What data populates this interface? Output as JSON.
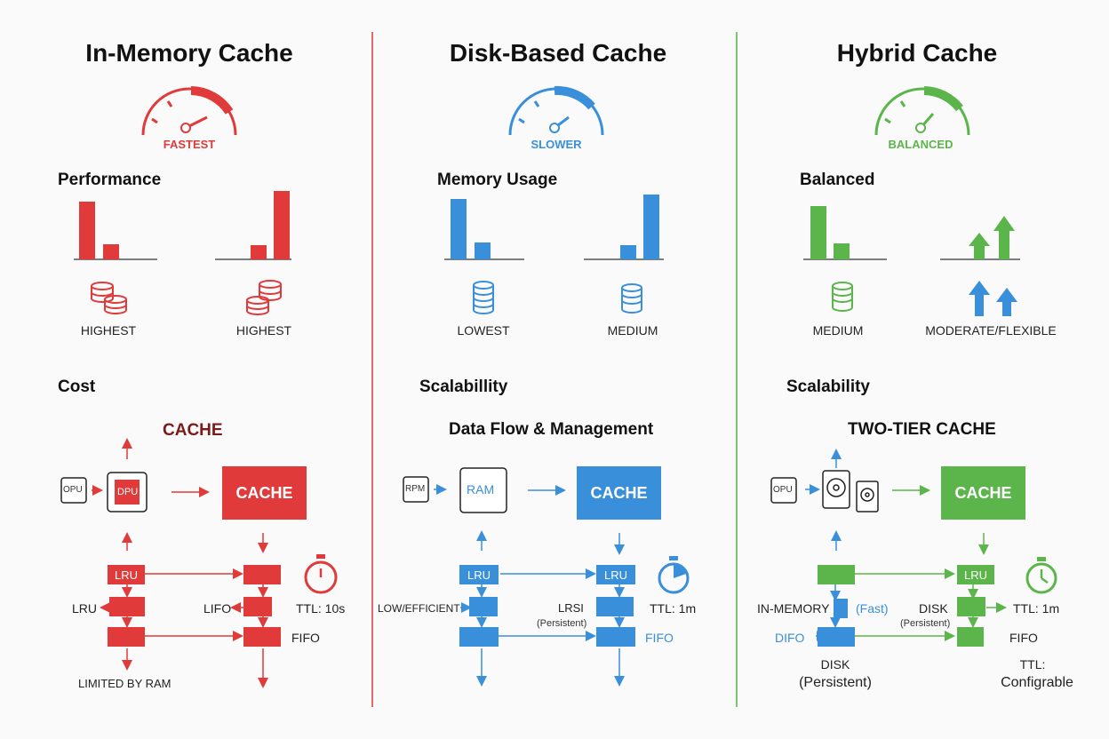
{
  "colors": {
    "red": "#e03a3a",
    "blue": "#3a8fdb",
    "green": "#5bb54a",
    "darkred": "#7a1a1a"
  },
  "columns": [
    {
      "title": "In-Memory Cache",
      "gauge_label": "FASTEST",
      "metric_heading": "Performance",
      "icon_labels": [
        "HIGHEST",
        "HIGHEST"
      ],
      "section_heading": "Cost",
      "diagram_title": "CACHE",
      "chip_labels": [
        "OPU",
        "DPU"
      ],
      "cache_label": "CACHE",
      "box_labels": [
        "LRU"
      ],
      "side_labels": [
        "LRU",
        "LIFO",
        "FIFO"
      ],
      "ttl": "TTL: 10s",
      "footer": "LIMITED BY RAM"
    },
    {
      "title": "Disk-Based Cache",
      "gauge_label": "SLOWER",
      "metric_heading": "Memory Usage",
      "icon_labels": [
        "LOWEST",
        "MEDIUM"
      ],
      "section_heading": "Scalabillity",
      "diagram_title": "Data Flow & Management",
      "chip_labels": [
        "RPM",
        "RAM"
      ],
      "cache_label": "CACHE",
      "box_labels": [
        "LRU",
        "LRU"
      ],
      "side_labels": [
        "LOW/EFFICIENT",
        "LRSI",
        "(Persistent)",
        "FIFO"
      ],
      "ttl": "TTL: 1m"
    },
    {
      "title": "Hybrid Cache",
      "gauge_label": "BALANCED",
      "metric_heading": "Balanced",
      "icon_labels": [
        "MEDIUM",
        "MODERATE/FLEXIBLE"
      ],
      "section_heading": "Scalability",
      "diagram_title": "TWO-TIER CACHE",
      "chip_labels": [
        "OPU"
      ],
      "cache_label": "CACHE",
      "box_labels": [
        "LRU"
      ],
      "side_labels": [
        "IN-MEMORY",
        "(Fast)",
        "DISK",
        "(Persistent)",
        "DIFO",
        "FIFO"
      ],
      "ttl": "TTL: 1m",
      "footer_left": [
        "DISK",
        "(Persistent)"
      ],
      "footer_right": [
        "TTL:",
        "Configrable"
      ]
    }
  ],
  "bar_charts": [
    {
      "values": [
        8,
        2.2
      ],
      "color": "red"
    },
    {
      "values": [
        2.1,
        10
      ],
      "color": "red"
    },
    {
      "values": [
        8.8,
        2.5
      ],
      "color": "blue"
    },
    {
      "values": [
        2.1,
        9.8
      ],
      "color": "blue"
    },
    {
      "values": [
        7.7,
        2.3
      ],
      "color": "green"
    },
    {
      "values": [
        5,
        7
      ],
      "color": "green",
      "style": "arrows"
    }
  ]
}
